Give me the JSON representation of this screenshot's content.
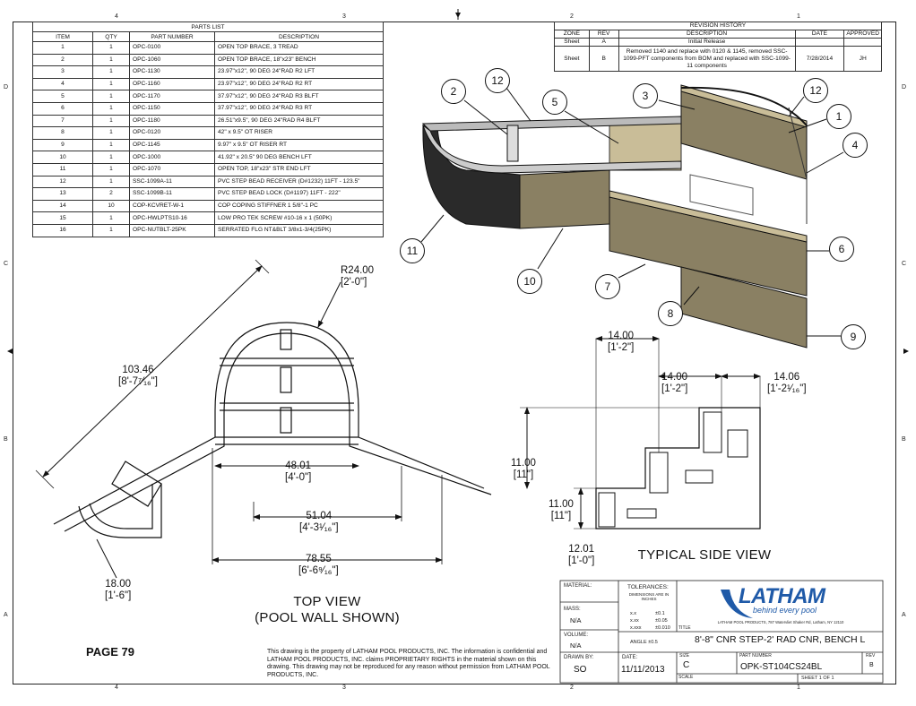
{
  "zones_top": [
    "4",
    "3",
    "2",
    "1"
  ],
  "zones_side": [
    "D",
    "C",
    "B",
    "A"
  ],
  "parts_list": {
    "title": "PARTS LIST",
    "headers": [
      "ITEM",
      "QTY",
      "PART NUMBER",
      "DESCRIPTION"
    ],
    "rows": [
      [
        "1",
        "1",
        "OPC-0100",
        "OPEN TOP BRACE, 3 TREAD"
      ],
      [
        "2",
        "1",
        "OPC-1060",
        "OPEN TOP BRACE, 18\"x23\" BENCH"
      ],
      [
        "3",
        "1",
        "OPC-1130",
        "23.97\"x12\", 90 DEG 24\"RAD R2 LFT"
      ],
      [
        "4",
        "1",
        "OPC-1160",
        "23.97\"x12\", 90 DEG 24\"RAD R2 RT"
      ],
      [
        "5",
        "1",
        "OPC-1170",
        "37.97\"x12\", 90 DEG 24\"RAD  R3 BLFT"
      ],
      [
        "6",
        "1",
        "OPC-1150",
        "37.97\"x12\", 90 DEG 24\"RAD  R3 RT"
      ],
      [
        "7",
        "1",
        "OPC-1180",
        "26.51\"x9.5\", 90 DEG 24\"RAD  R4 BLFT"
      ],
      [
        "8",
        "1",
        "OPC-0120",
        "42\" x 9.5\" OT RISER"
      ],
      [
        "9",
        "1",
        "OPC-1145",
        "9.97\" x 9.5\" OT RISER RT"
      ],
      [
        "10",
        "1",
        "OPC-1000",
        "41.92\" x 20.5\" 90 DEG BENCH LFT"
      ],
      [
        "11",
        "1",
        "OPC-1070",
        "OPEN TOP, 18\"x23\" STR END LFT"
      ],
      [
        "12",
        "1",
        "SSC-1099A-11",
        "PVC STEP BEAD RECEIVER (D#1232) 11FT - 123.5\""
      ],
      [
        "13",
        "2",
        "SSC-1099B-11",
        "PVC STEP BEAD LOCK (D#1197) 11FT - 222\""
      ],
      [
        "14",
        "10",
        "COP-KCVRET-W-1",
        "COP COPING STIFFNER 1 5/8\"-1 PC"
      ],
      [
        "15",
        "1",
        "OPC-HWLPTS10-16",
        "LOW PRO TEK SCREW #10-16 x 1 (50PK)"
      ],
      [
        "16",
        "1",
        "OPC-NUTBLT-25PK",
        "SERRATED FLG NT&BLT 3/8x1-3/4(25PK)"
      ]
    ]
  },
  "revision_history": {
    "title": "REVISION HISTORY",
    "headers": [
      "ZONE",
      "REV",
      "DESCRIPTION",
      "DATE",
      "APPROVED"
    ],
    "rows": [
      {
        "zone": "Sheet",
        "rev": "A",
        "description": "Initial Release",
        "date": "",
        "approved": ""
      },
      {
        "zone": "Sheet",
        "rev": "B",
        "description": "Removed 1140 and replace with 0120 & 1145, removed SSC-1099-PFT components from BOM and replaced with SSC-1099-11 components",
        "date": "7/28/2014",
        "approved": "JH"
      }
    ]
  },
  "balloons": [
    "1",
    "2",
    "3",
    "4",
    "5",
    "6",
    "7",
    "8",
    "9",
    "10",
    "11",
    "12",
    "12"
  ],
  "top_view": {
    "title_line1": "TOP VIEW",
    "title_line2": "(POOL WALL SHOWN)",
    "dims": {
      "radius": "R24.00",
      "radius_ft": "[2'-0\"]",
      "diag": "103.46",
      "diag_ft": "[8'-7⁷⁄₁₆\"]",
      "d48": "48.01",
      "d48_ft": "[4'-0\"]",
      "d51": "51.04",
      "d51_ft": "[4'-3¹⁄₁₆\"]",
      "d78": "78.55",
      "d78_ft": "[6'-6⁹⁄₁₆\"]",
      "d18": "18.00",
      "d18_ft": "[1'-6\"]"
    }
  },
  "side_view": {
    "title": "TYPICAL SIDE VIEW",
    "dims": {
      "a": "14.00",
      "a_ft": "[1'-2\"]",
      "b": "14.00",
      "b_ft": "[1'-2\"]",
      "c": "14.06",
      "c_ft": "[1'-2¹⁄₁₆\"]",
      "d": "11.00",
      "d_ft": "[11\"]",
      "e": "11.00",
      "e_ft": "[11\"]",
      "f": "12.01",
      "f_ft": "[1'-0\"]"
    }
  },
  "page_label": "PAGE 79",
  "disclaimer": "This drawing is the property of LATHAM POOL PRODUCTS, INC. The information is confidential and LATHAM POOL PRODUCTS, INC. claims PROPRIETARY RIGHTS in the material shown on this drawing. This drawing may not be reproduced for any reason without permission from LATHAM POOL PRODUCTS, INC.",
  "title_block": {
    "material_label": "MATERIAL:",
    "tolerances_label": "TOLERANCES:",
    "tolerances_note": "DIMENSIONS ARE IN INCHES",
    "tol_rows": [
      [
        "x.x",
        "±0.1"
      ],
      [
        "x.xx",
        "±0.05"
      ],
      [
        "x.xxx",
        "±0.010"
      ]
    ],
    "angle": "ANGLE  ±0.5",
    "mass_label": "MASS:",
    "mass": "N/A",
    "volume_label": "VOLUME:",
    "volume": "N/A",
    "drawn_label": "DRAWN BY:",
    "drawn": "SO",
    "date_label": "DATE:",
    "date": "11/11/2013",
    "size_label": "SIZE",
    "size": "C",
    "scale_label": "SCALE",
    "part_label": "PART NUMBER",
    "part": "OPK-ST104CS24BL",
    "rev_label": "REV",
    "rev": "B",
    "sheet": "SHEET 1  OF 1",
    "title_label": "TITLE",
    "title": "8'-8\" CNR STEP-2' RAD CNR, BENCH L",
    "logo": "LATHAM",
    "tagline": "behind every pool",
    "address": "LATHAM POOL PRODUCTS, 787 Watervliet Shaker Rd, Latham, NY  12110"
  },
  "colors": {
    "brand_blue": "#1f5aa8",
    "panel_dark": "#2a2a2a",
    "panel_tan": "#8a8063",
    "panel_light": "#c9bd98"
  }
}
